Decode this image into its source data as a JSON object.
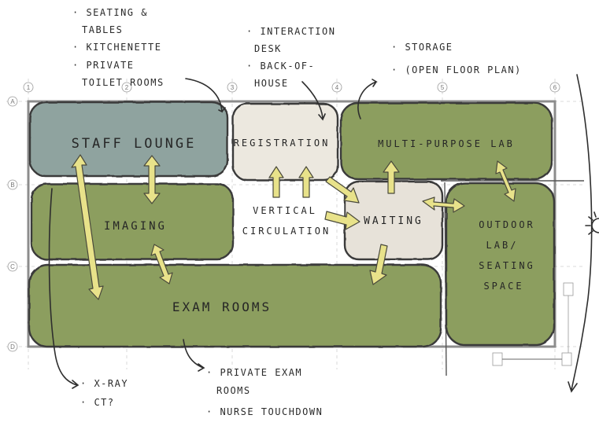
{
  "colors": {
    "staff_lounge": "#8fa39f",
    "program": "#8c9e5e",
    "registration": "#ece8df",
    "waiting": "#e7e2d9",
    "arrow_fill": "#e8e28a"
  },
  "grid": {
    "columns": [
      "1",
      "2",
      "3",
      "4",
      "5",
      "6"
    ],
    "rows": [
      "A",
      "B",
      "C",
      "D"
    ]
  },
  "rooms": {
    "staff_lounge": [
      "STAFF  LOUNGE"
    ],
    "registration": [
      "REGISTRATION"
    ],
    "multipurpose_lab": [
      "MULTI-PURPOSE LAB"
    ],
    "imaging": [
      "IMAGING"
    ],
    "waiting": [
      "WAITING"
    ],
    "outdoor_lab": [
      "OUTDOOR",
      "LAB/",
      "SEATING",
      "SPACE"
    ],
    "exam_rooms": [
      "EXAM    ROOMS"
    ],
    "vertical_circulation": [
      "VERTICAL",
      "CIRCULATION"
    ]
  },
  "notes": {
    "staff_lounge": [
      "· SEATING &",
      "TABLES",
      "· KITCHENETTE",
      "· PRIVATE",
      "TOILET ROOMS"
    ],
    "registration": [
      "· INTERACTION",
      "DESK",
      "· BACK-OF-",
      "HOUSE"
    ],
    "multipurpose_lab": [
      "· STORAGE",
      "· (OPEN FLOOR PLAN)"
    ],
    "imaging": [
      "· X-RAY",
      "· CT?"
    ],
    "exam_rooms": [
      "· PRIVATE EXAM",
      "ROOMS",
      "· NURSE TOUCHDOWN"
    ]
  }
}
